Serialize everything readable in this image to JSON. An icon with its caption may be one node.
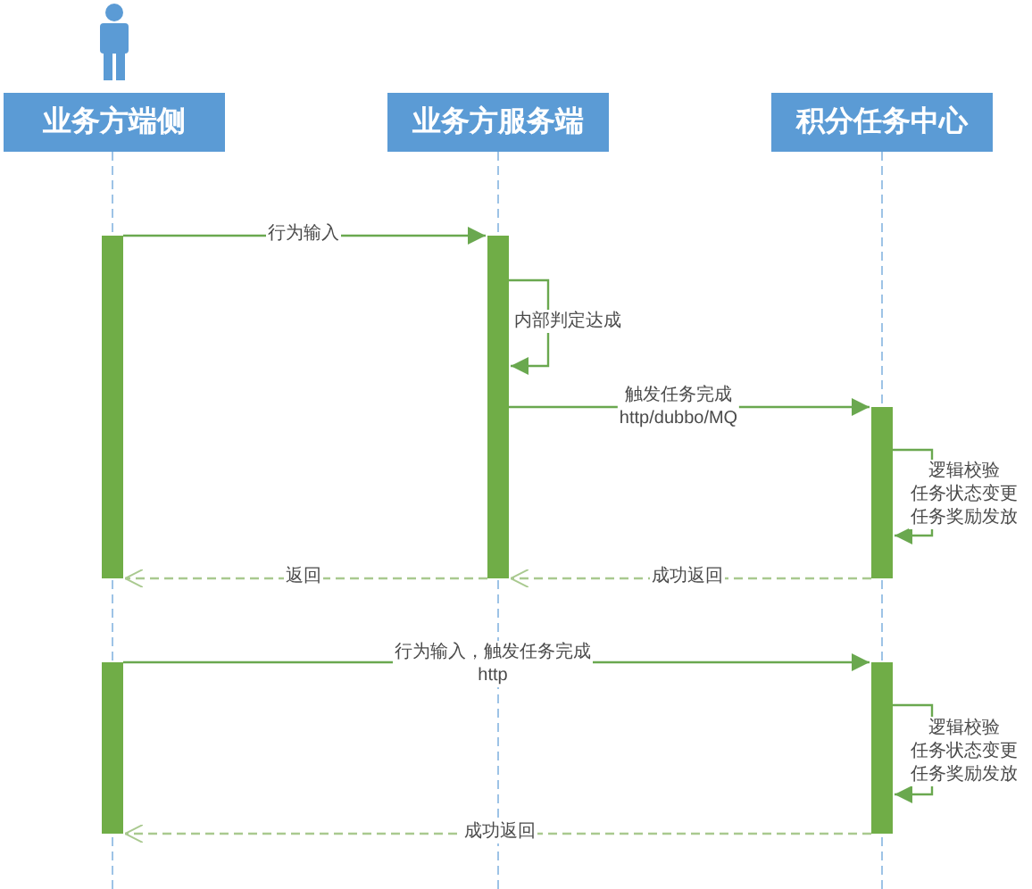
{
  "diagram": {
    "nodes": [
      {
        "text": [
          "业务方端侧"
        ]
      },
      {
        "text": [
          "业务方服务端"
        ]
      },
      {
        "text": [
          "积分任务中心"
        ]
      },
      {
        "text": [],
        "shape": "bar"
      },
      {
        "text": [],
        "shape": "bar"
      },
      {
        "text": [],
        "shape": "bar"
      },
      {
        "text": [],
        "shape": "bar"
      },
      {
        "text": [],
        "shape": "bar"
      }
    ],
    "edges": [
      {
        "from": 3,
        "to": 4,
        "arrow": "to",
        "label": "行为输入"
      },
      {
        "from": 4,
        "to": 4,
        "arrow": "to",
        "label": "内部判定达成"
      },
      {
        "from": 4,
        "to": 5,
        "arrow": "to",
        "label": "触发任务完成 http/dubbo/MQ"
      },
      {
        "from": 5,
        "to": 5,
        "arrow": "to",
        "label": "逻辑校验任务状态变更任务奖励发放"
      },
      {
        "from": 5,
        "to": 4,
        "arrow": "to",
        "label": "成功返回",
        "style": "dashed",
        "color": "#a9c98f"
      },
      {
        "from": 4,
        "to": 3,
        "arrow": "to",
        "label": "返回",
        "style": "dashed",
        "color": "#a9c98f"
      },
      {
        "from": 6,
        "to": 7,
        "arrow": "to",
        "label": "行为输入，触发任务完成 http"
      },
      {
        "from": 7,
        "to": 7,
        "arrow": "to",
        "label": "逻辑校验任务状态变更任务奖励发放"
      },
      {
        "from": 7,
        "to": 6,
        "arrow": "to",
        "label": "成功返回",
        "style": "dashed",
        "color": "#a9c98f"
      }
    ]
  }
}
